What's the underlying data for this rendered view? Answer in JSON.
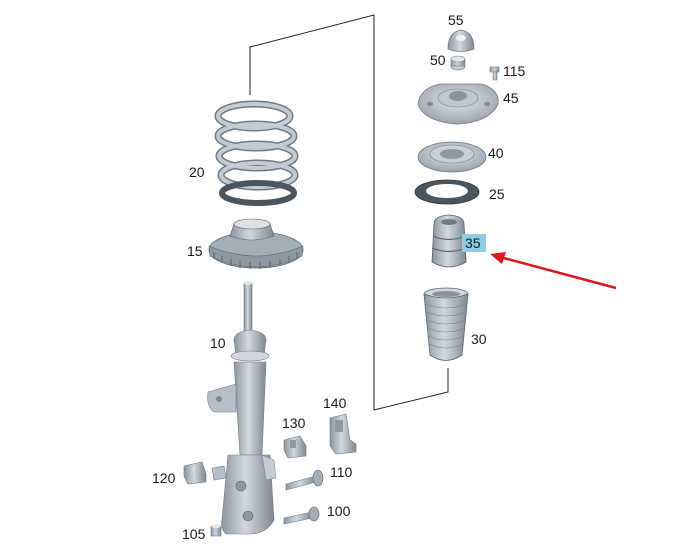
{
  "parts": [
    {
      "id": "p55",
      "label": "55"
    },
    {
      "id": "p50",
      "label": "50"
    },
    {
      "id": "p115",
      "label": "115"
    },
    {
      "id": "p45",
      "label": "45"
    },
    {
      "id": "p40",
      "label": "40"
    },
    {
      "id": "p25",
      "label": "25"
    },
    {
      "id": "p35",
      "label": "35"
    },
    {
      "id": "p30",
      "label": "30"
    },
    {
      "id": "p20",
      "label": "20"
    },
    {
      "id": "p15",
      "label": "15"
    },
    {
      "id": "p10",
      "label": "10"
    },
    {
      "id": "p140",
      "label": "140"
    },
    {
      "id": "p130",
      "label": "130"
    },
    {
      "id": "p110",
      "label": "110"
    },
    {
      "id": "p120",
      "label": "120"
    },
    {
      "id": "p100",
      "label": "100"
    },
    {
      "id": "p105",
      "label": "105"
    }
  ],
  "highlight": {
    "part": "35",
    "color": "#8ecbe6"
  },
  "colors": {
    "part_fill": "#b6bec8",
    "part_dark": "#6f7a86",
    "part_light": "#d7dde3",
    "arrow": "#e0141b",
    "line": "#222222"
  }
}
